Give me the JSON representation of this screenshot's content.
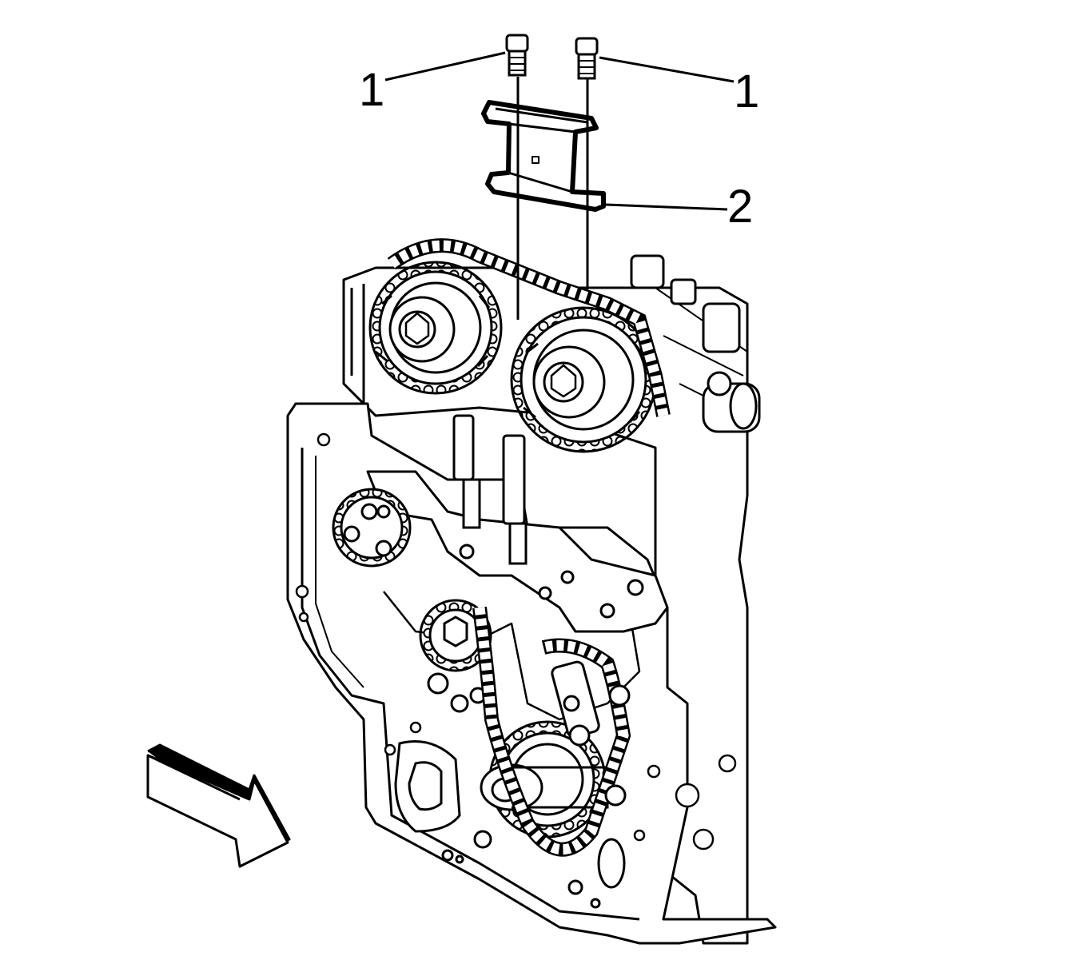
{
  "callouts": {
    "bolt_left": "1",
    "bolt_right": "1",
    "bracket": "2"
  },
  "colors": {
    "ink": "#000000",
    "paper": "#ffffff"
  }
}
